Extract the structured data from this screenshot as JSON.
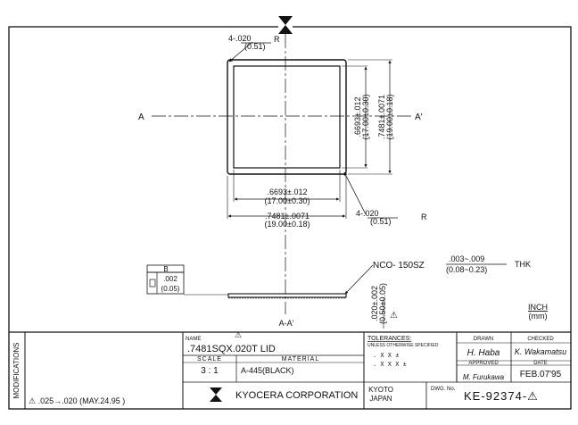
{
  "drawing": {
    "top_corner": {
      "inch": "4-.020",
      "mm": "(0.51)",
      "r": "R"
    },
    "bottom_corner": {
      "inch": "4-.020",
      "mm": "(0.51)",
      "r": "R"
    },
    "section_left": "A",
    "section_right": "A'",
    "section_view_label": "A-A'",
    "inner_width": {
      "inch": ".6693±.012",
      "mm": "(17.00±0.30)"
    },
    "outer_width": {
      "inch": ".7481±.0071",
      "mm": "(19.00±0.18)"
    },
    "inner_height": {
      "inch": ".6693±.012",
      "mm": "(17.00±0.30)"
    },
    "outer_height": {
      "inch": ".7481±.0071",
      "mm": "(19.00±0.18)"
    },
    "flatness_ref": "B",
    "flatness": {
      "inch": ".002",
      "mm": "(0.05)"
    },
    "thickness_vertical": {
      "inch": ".020±.002",
      "mm": "(0.50±0.05)",
      "rev": "⚠"
    },
    "coating": "NCO- 150SZ",
    "thk": {
      "inch": ".003~.009",
      "mm": "(0.08~0.23)",
      "label": "THK"
    },
    "units": {
      "line1": "INCH",
      "line2": "(mm)"
    }
  },
  "title_block": {
    "modifications_label": "MODIFICATIONS",
    "modification_entry": "⚠ .025→.020 (MAY.24.95 )",
    "name_label": "NAME",
    "name_value": ".7481SQX.020T LID",
    "rev_mark": "⚠",
    "scale_label": "SCALE",
    "scale_value": "3 : 1",
    "material_label": "MATERIAL",
    "material_value": "A-445(BLACK)",
    "tolerances_label": "TOLERANCES:",
    "tolerances_note": "UNLESS OTHERWISE SPECIFIED",
    "tol_line1": ". X X     ±",
    "tol_line2": ". X X X   ±",
    "drawn_label": "DRAWN",
    "drawn_signature": "H. Haba",
    "checked_label": "CHECKED",
    "checked_signature": "K. Wakamatsu",
    "approved_label": "APPROVED",
    "approved_signature": "M. Furukawa",
    "date_label": "DATE",
    "date_value": "FEB.07'95",
    "company": "KYOCERA CORPORATION",
    "city": "KYOTO",
    "country": "JAPAN",
    "dwg_label": "DWG. No.",
    "dwg_number": "KE-92374-⚠"
  },
  "icons": {
    "logo": "kyocera-logo-icon",
    "warning": "revision-triangle-icon"
  }
}
